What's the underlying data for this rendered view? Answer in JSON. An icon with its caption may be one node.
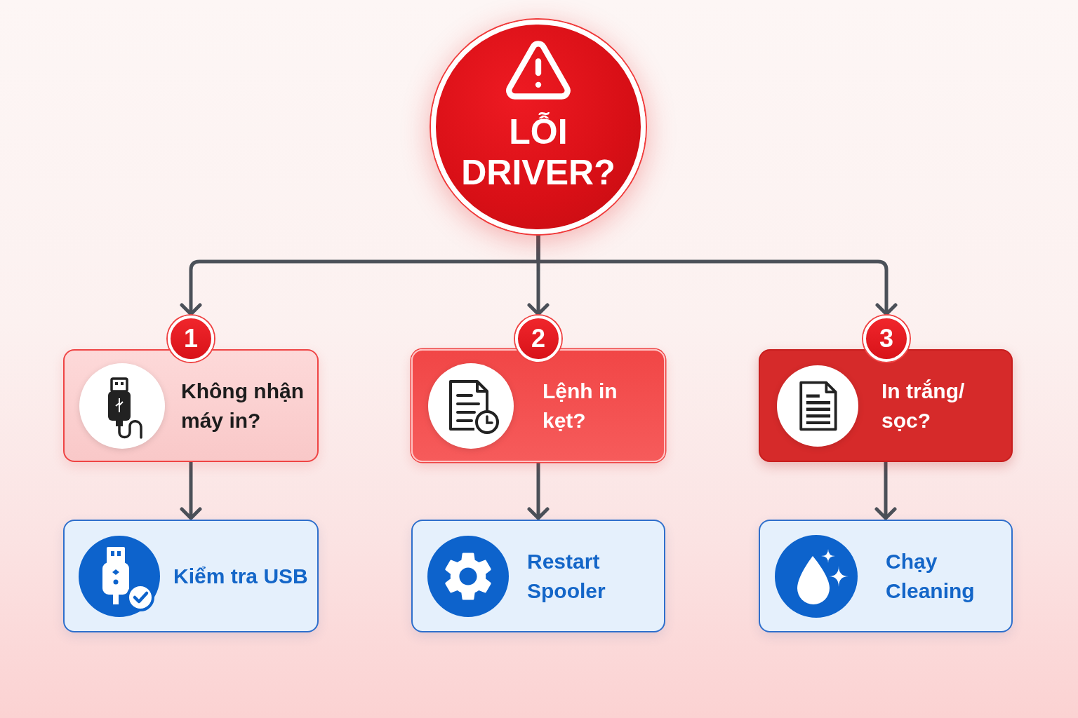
{
  "diagram": {
    "nodes": [
      {
        "text": [
          "LỖI DRIVER?"
        ]
      },
      {
        "text": [
          "1"
        ]
      },
      {
        "text": [
          "Không nhận máy in?"
        ]
      },
      {
        "text": [
          "2"
        ]
      },
      {
        "text": [
          "Lệnh in kẹt?"
        ]
      },
      {
        "text": [
          "3"
        ]
      },
      {
        "text": [
          "In trắng/ sọc?"
        ]
      },
      {
        "text": [
          "Kiểm tra USB"
        ]
      },
      {
        "text": [
          "Restart Spooler"
        ]
      },
      {
        "text": [
          "Chạy Cleaning"
        ]
      }
    ],
    "edges": [
      {
        "from": 0,
        "to": 1,
        "arrow": "to"
      },
      {
        "from": 0,
        "to": 3,
        "arrow": "to"
      },
      {
        "from": 0,
        "to": 5,
        "arrow": "to"
      },
      {
        "from": 2,
        "to": 7,
        "arrow": "to"
      },
      {
        "from": 4,
        "to": 8,
        "arrow": "to"
      },
      {
        "from": 6,
        "to": 9,
        "arrow": "to"
      }
    ]
  }
}
